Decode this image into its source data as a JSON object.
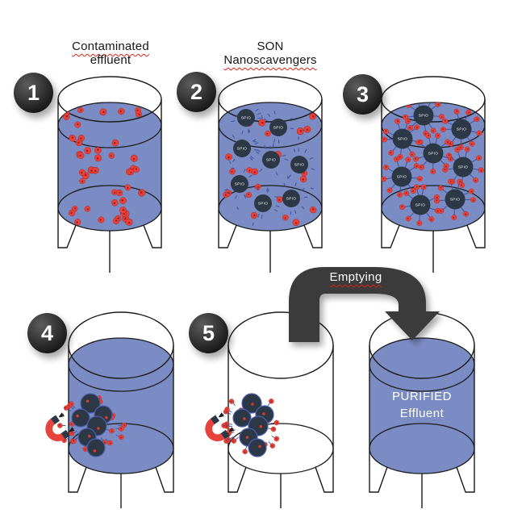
{
  "colors": {
    "liquid": "#7b8cc4",
    "outline": "#1b1b1b",
    "particle": "#e6423b",
    "particle_dark": "#a8201a",
    "scavenger": "#2c3845",
    "scavenger_stroke": "#4a5fae",
    "link_line": "#4053a0",
    "arrow": "#3a3a3a",
    "magnet": "#e8423c",
    "magnet_tip": "#2c3845",
    "squiggle": "#e02015",
    "label_text": "#ffffff"
  },
  "labels": {
    "step1_title": [
      {
        "text": "Contaminated",
        "squiggle": true
      },
      {
        "text": "effluent",
        "squiggle": false
      }
    ],
    "step2_title": [
      {
        "text": "SON",
        "squiggle": false
      },
      {
        "text": "Nanoscavengers",
        "squiggle": true
      }
    ],
    "arrow": {
      "text": "Emptying",
      "squiggle": true
    },
    "purified": [
      {
        "text": "PURIFIED"
      },
      {
        "text": "Effluent"
      }
    ],
    "scavenger": "SPIO",
    "badges": [
      "1",
      "2",
      "3",
      "4",
      "5"
    ]
  },
  "counts": {
    "tank1_particles": 46,
    "tank2_particles": 26,
    "tank2_scavengers": 8,
    "tank2_loose_dashes": 16,
    "tank3_scavengers": 8,
    "tank3_ring_particles": 9,
    "cluster_scavengers": 6,
    "cluster_particles": 24
  }
}
